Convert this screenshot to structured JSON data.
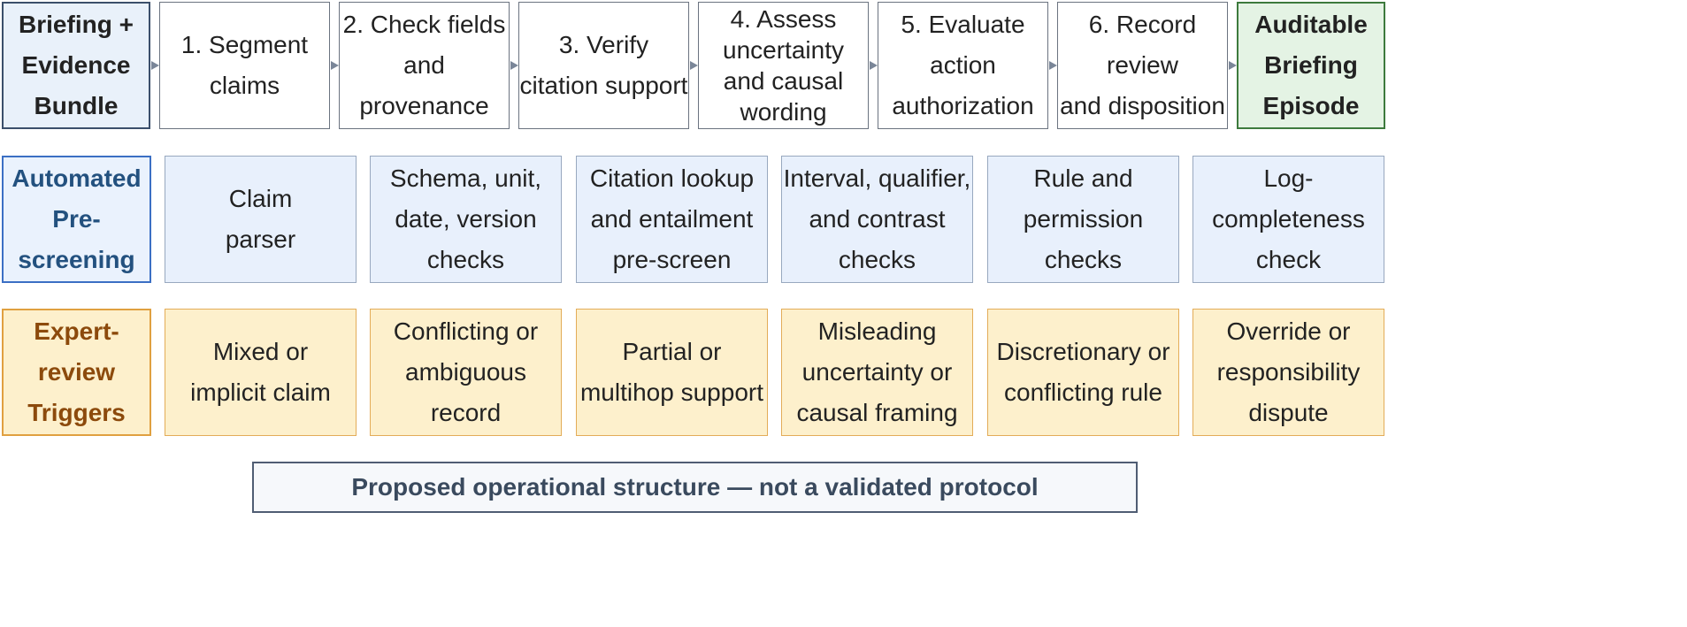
{
  "pipeline": {
    "input": "Briefing +\nEvidence\nBundle",
    "steps": [
      "1. Segment\nclaims",
      "2. Check fields\nand provenance",
      "3. Verify\ncitation support",
      "4. Assess\nuncertainty\nand causal\nwording",
      "5. Evaluate action\nauthorization",
      "6. Record review\nand disposition"
    ],
    "output": "Auditable\nBriefing\nEpisode"
  },
  "automated": {
    "label": "Automated\nPre-screening",
    "cells": [
      "Claim\nparser",
      "Schema, unit,\ndate, version\nchecks",
      "Citation lookup\nand entailment\npre-screen",
      "Interval, qualifier,\nand contrast\nchecks",
      "Rule and\npermission\nchecks",
      "Log-completeness\ncheck"
    ]
  },
  "triggers": {
    "label": "Expert-review\nTriggers",
    "cells": [
      "Mixed or\nimplicit claim",
      "Conflicting or\nambiguous record",
      "Partial or\nmultihop support",
      "Misleading\nuncertainty or\ncausal framing",
      "Discretionary or\nconflicting rule",
      "Override or\nresponsibility\ndispute"
    ]
  },
  "footer": "Proposed operational structure — not a validated protocol",
  "colors": {
    "input_fill": "#e9f1fa",
    "output_fill": "#e4f3e4",
    "automated_fill": "#e8f0fc",
    "automated_text": "#23517f",
    "trigger_fill": "#fdf0cc",
    "trigger_text": "#8c4a0c",
    "arrow": "#7a8698"
  }
}
